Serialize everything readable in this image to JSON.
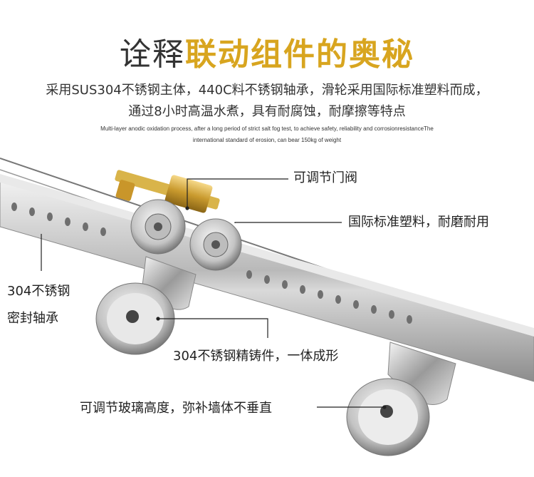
{
  "header": {
    "title_plain": "诠释",
    "title_accent": "联动组件的奥秘",
    "subtitle_line1": "采用SUS304不锈钢主体，440C料不锈钢轴承，滑轮采用国际标准塑料而成，",
    "subtitle_line2": "通过8小时高温水煮，具有耐腐蚀，耐摩擦等特点",
    "english_line1": "Multi-layer anodic oxidation process, after a long period of strict salt fog test, to achieve safety, reliability and corrosionresistanceThe",
    "english_line2": "international standard of erosion, can bear 150kg of weight"
  },
  "callouts": {
    "valve": "可调节门阀",
    "plastic": "国际标准塑料，耐磨耐用",
    "bearing_line1": "304不锈钢",
    "bearing_line2": "密封轴承",
    "casting": "304不锈钢精铸件，一体成形",
    "height": "可调节玻璃高度，弥补墙体不垂直"
  },
  "colors": {
    "accent": "#d8a51f",
    "text": "#333333"
  }
}
